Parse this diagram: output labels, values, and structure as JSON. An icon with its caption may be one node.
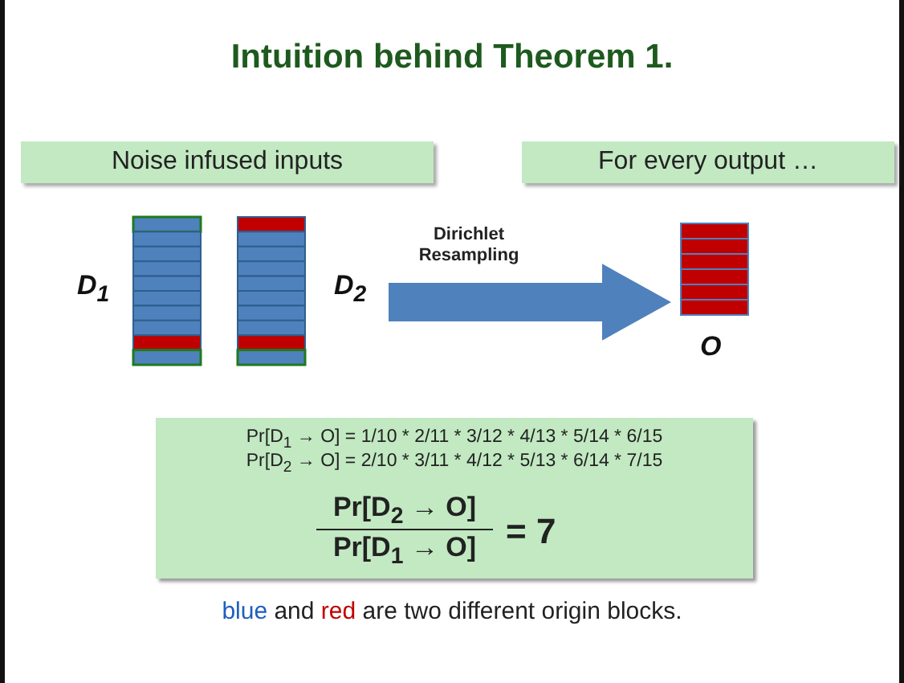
{
  "diagram": {
    "title": "Intuition behind Theorem 1.",
    "nodes": [
      {
        "text": [
          "Noise infused inputs"
        ]
      },
      {
        "text": [
          "For every output …"
        ]
      },
      {
        "text": [],
        "shape": "bar",
        "beside": [
          "D$_{1}$"
        ]
      },
      {
        "text": [],
        "shape": "bar",
        "beside": [
          "D$_{2}$"
        ]
      },
      {
        "text": [],
        "shape": "bar",
        "beside": [
          "O"
        ]
      },
      {
        "text": [
          "Pr[D$_{1}$ → O] = 1/10 * 2/11 * 3/12 * 4/13 * 5/14 * 6/15",
          "Pr[D$_{2}$ → O] = 2/10 * 3/11 * 4/12 * 5/13 * 6/14 * 7/15",
          "Pr[D$_{2}$ → O]",
          "Pr[D$_{1}$ → O]",
          "= 7"
        ]
      }
    ],
    "edges": [
      {
        "from": 3,
        "to": 4,
        "arrow": "to",
        "label": "Dirichlet Resampling",
        "color": "#4f81bd"
      }
    ],
    "caption": "blue and red are two different origin blocks."
  }
}
